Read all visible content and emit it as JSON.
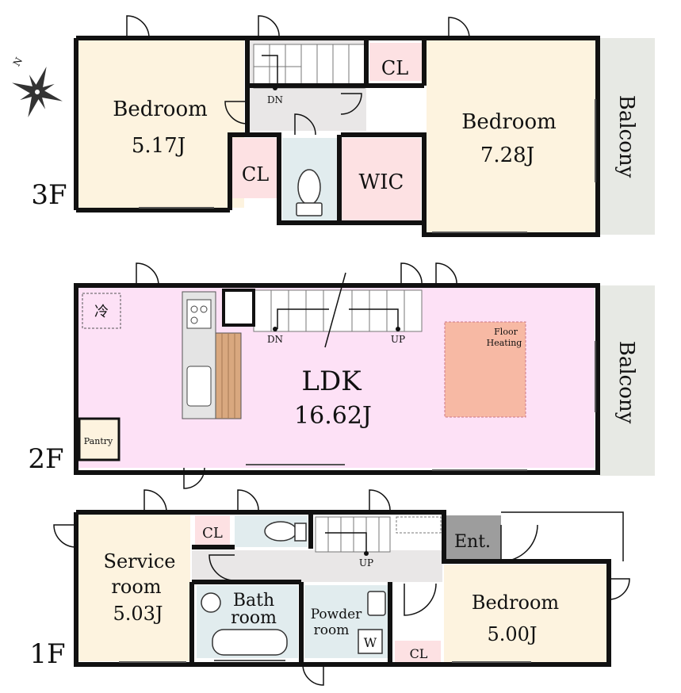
{
  "floors": {
    "third": {
      "label": "3F",
      "bedroom_left": {
        "name": "Bedroom",
        "size": "5.17J"
      },
      "closet_top": "CL",
      "closet_left": "CL",
      "walk_in_closet": "WIC",
      "bedroom_right": {
        "name": "Bedroom",
        "size": "7.28J"
      },
      "balcony": "Balcony",
      "stair_marker": "DN"
    },
    "second": {
      "label": "2F",
      "ldk": {
        "name": "LDK",
        "size": "16.62J"
      },
      "fridge": "冷",
      "pantry": "Pantry",
      "floor_heating": [
        "Floor",
        "Heating"
      ],
      "balcony": "Balcony",
      "stair_down": "DN",
      "stair_up": "UP"
    },
    "first": {
      "label": "1F",
      "service_room": {
        "name_line1": "Service",
        "name_line2": "room",
        "size": "5.03J"
      },
      "closet_top": "CL",
      "entrance": "Ent.",
      "bath_room": {
        "line1": "Bath",
        "line2": "room"
      },
      "powder_room": {
        "line1": "Powder",
        "line2": "room"
      },
      "washer": "W",
      "bedroom": {
        "name": "Bedroom",
        "size": "5.00J"
      },
      "closet_bottom": "CL",
      "stair_up": "UP"
    }
  },
  "compass": {
    "north_label": "N"
  },
  "colors": {
    "bedroom": "#fdf3df",
    "closet": "#fde1e3",
    "ldk": "#fde1f6",
    "floor_heating": "#f7b9a4",
    "balcony": "#e7e9e4",
    "hall": "#e9e7e7",
    "wet_area": "#e1ecee",
    "entrance": "#9d9d9d",
    "wall": "#111111"
  }
}
